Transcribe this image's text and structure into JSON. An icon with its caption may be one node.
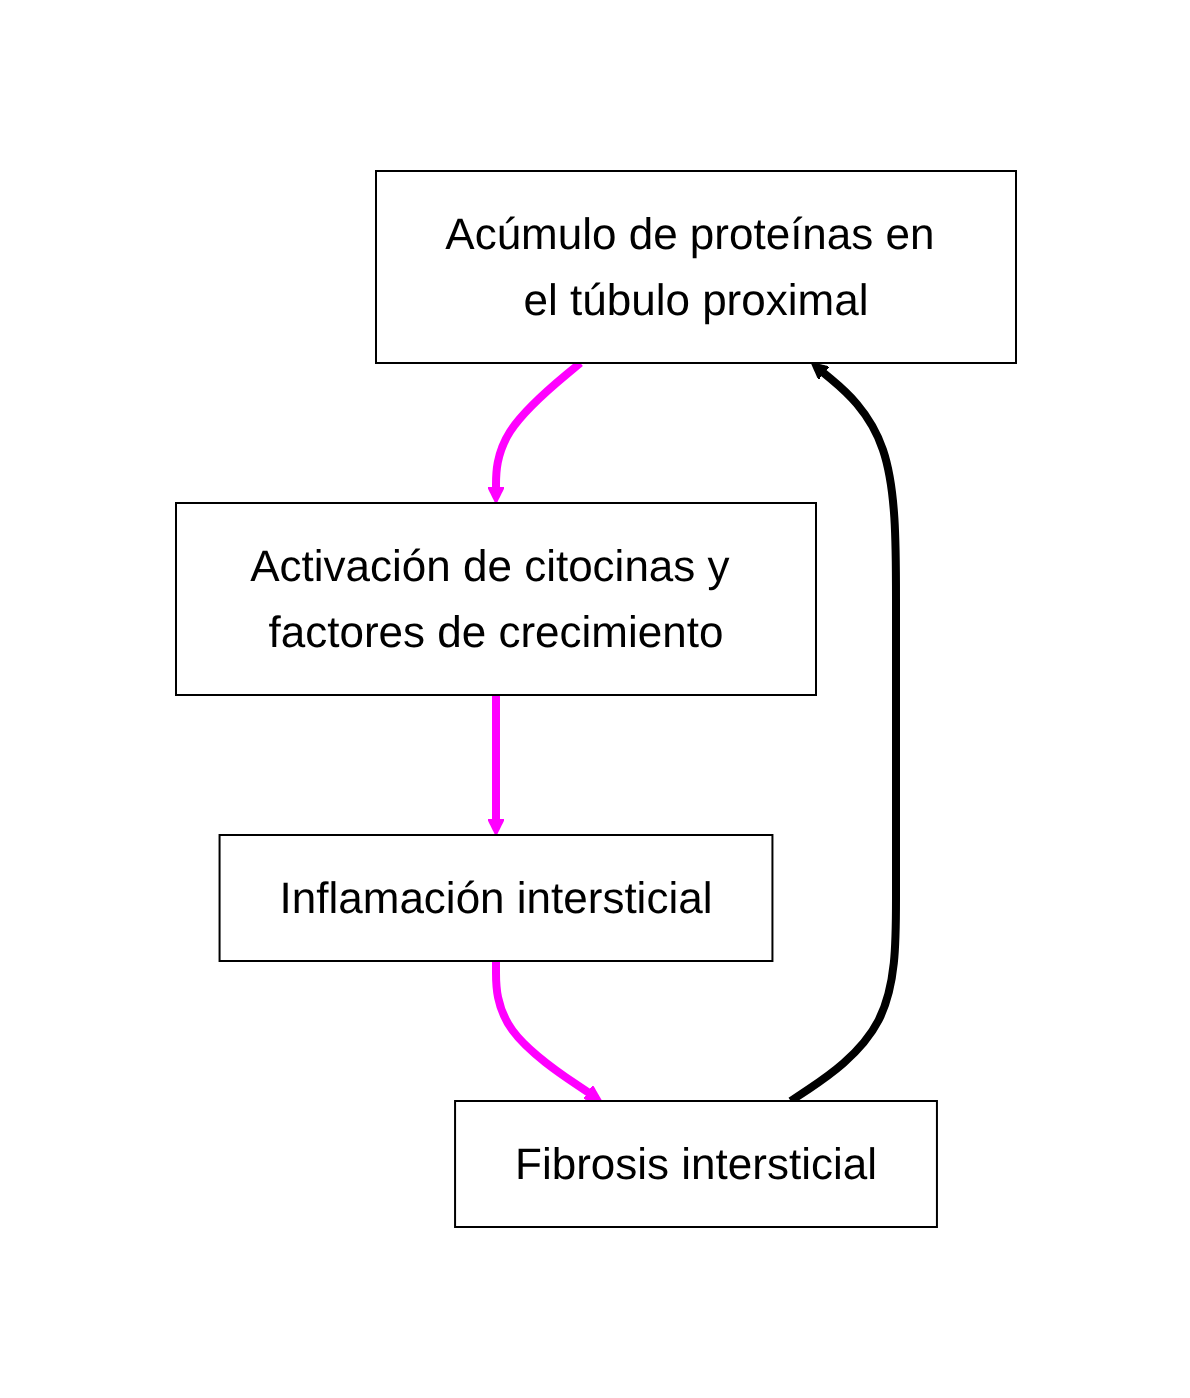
{
  "diagram": {
    "nodes": [
      {
        "text": [
          "Acúmulo de proteínas en el túbulo proximal"
        ]
      },
      {
        "text": [
          "Activación de citocinas y factores de crecimiento"
        ]
      },
      {
        "text": [
          "Inflamación intersticial"
        ]
      },
      {
        "text": [
          "Fibrosis intersticial"
        ]
      }
    ],
    "edges": [
      {
        "from": 0,
        "to": 1,
        "arrow": "to",
        "color": "#ff00ff"
      },
      {
        "from": 1,
        "to": 2,
        "arrow": "to",
        "color": "#ff00ff"
      },
      {
        "from": 2,
        "to": 3,
        "arrow": "to",
        "color": "#ff00ff"
      },
      {
        "from": 3,
        "to": 0,
        "arrow": "to",
        "color": "#000000"
      }
    ]
  }
}
